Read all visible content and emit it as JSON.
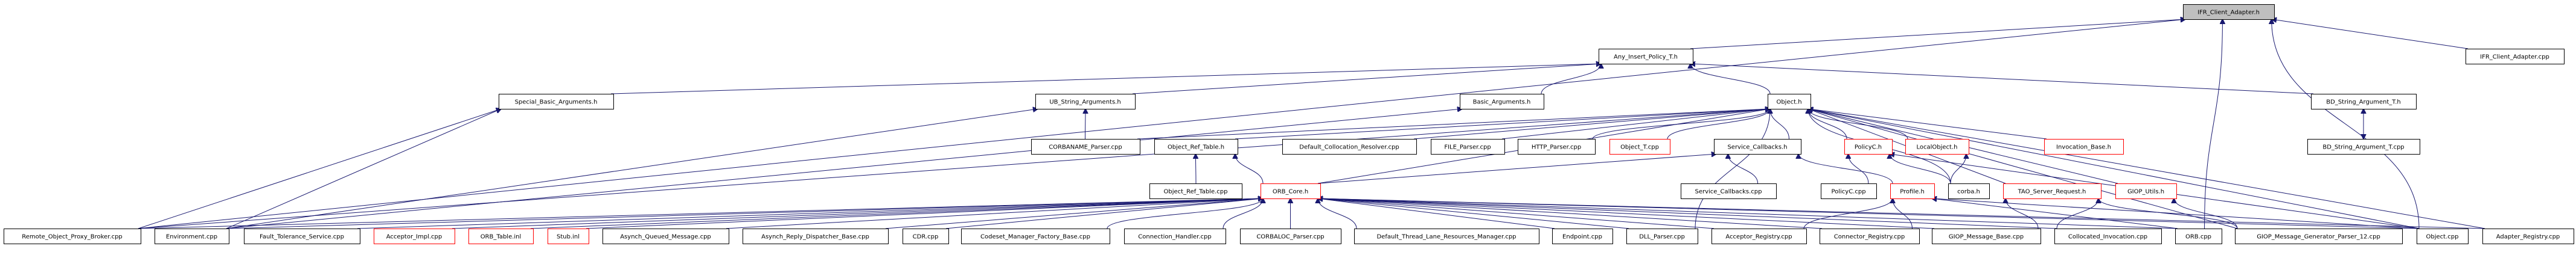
{
  "title": "IFR_Client_Adapter.h include dependency graph",
  "colors": {
    "edge": "#191970",
    "node_border_normal": "#000000",
    "node_border_truncated": "#ff0000",
    "node_fill_focus": "#bfbfbf",
    "node_fill": "#ffffff"
  },
  "nodes": [
    {
      "id": "ifr_h",
      "label": "IFR_Client_Adapter.h",
      "style": "focus",
      "row": 0
    },
    {
      "id": "any_insert",
      "label": "Any_Insert_Policy_T.h",
      "style": "normal",
      "row": 1
    },
    {
      "id": "ifr_cpp",
      "label": "IFR_Client_Adapter.cpp",
      "style": "normal",
      "row": 1
    },
    {
      "id": "special_basic",
      "label": "Special_Basic_Arguments.h",
      "style": "normal",
      "row": 2
    },
    {
      "id": "ub_string",
      "label": "UB_String_Arguments.h",
      "style": "normal",
      "row": 2
    },
    {
      "id": "basic_args",
      "label": "Basic_Arguments.h",
      "style": "normal",
      "row": 2
    },
    {
      "id": "object_h",
      "label": "Object.h",
      "style": "normal",
      "row": 2
    },
    {
      "id": "bd_string_h",
      "label": "BD_String_Argument_T.h",
      "style": "normal",
      "row": 2
    },
    {
      "id": "corbaname",
      "label": "CORBANAME_Parser.cpp",
      "style": "normal",
      "row": 3
    },
    {
      "id": "objref_h",
      "label": "Object_Ref_Table.h",
      "style": "normal",
      "row": 3
    },
    {
      "id": "default_colloc",
      "label": "Default_Collocation_Resolver.cpp",
      "style": "normal",
      "row": 3
    },
    {
      "id": "file_parser",
      "label": "FILE_Parser.cpp",
      "style": "normal",
      "row": 3
    },
    {
      "id": "http_parser",
      "label": "HTTP_Parser.cpp",
      "style": "normal",
      "row": 3
    },
    {
      "id": "object_t",
      "label": "Object_T.cpp",
      "style": "truncated",
      "row": 3
    },
    {
      "id": "svc_cb_h",
      "label": "Service_Callbacks.h",
      "style": "normal",
      "row": 3
    },
    {
      "id": "policyc_h",
      "label": "PolicyC.h",
      "style": "truncated",
      "row": 3
    },
    {
      "id": "localobj_h",
      "label": "LocalObject.h",
      "style": "truncated",
      "row": 3
    },
    {
      "id": "invocation_base",
      "label": "Invocation_Base.h",
      "style": "truncated",
      "row": 3
    },
    {
      "id": "bd_string_cpp",
      "label": "BD_String_Argument_T.cpp",
      "style": "normal",
      "row": 3
    },
    {
      "id": "objref_cpp",
      "label": "Object_Ref_Table.cpp",
      "style": "normal",
      "row": 4
    },
    {
      "id": "orb_core",
      "label": "ORB_Core.h",
      "style": "truncated",
      "row": 4
    },
    {
      "id": "svc_cb_cpp",
      "label": "Service_Callbacks.cpp",
      "style": "normal",
      "row": 4
    },
    {
      "id": "policyc_cpp",
      "label": "PolicyC.cpp",
      "style": "normal",
      "row": 4
    },
    {
      "id": "profile_h",
      "label": "Profile.h",
      "style": "truncated",
      "row": 4
    },
    {
      "id": "corba_h",
      "label": "corba.h",
      "style": "normal",
      "row": 4
    },
    {
      "id": "tao_server_req",
      "label": "TAO_Server_Request.h",
      "style": "truncated",
      "row": 4
    },
    {
      "id": "giop_utils",
      "label": "GIOP_Utils.h",
      "style": "truncated",
      "row": 4
    },
    {
      "id": "remote_proxy",
      "label": "Remote_Object_Proxy_Broker.cpp",
      "style": "normal",
      "row": 5
    },
    {
      "id": "environment",
      "label": "Environment.cpp",
      "style": "normal",
      "row": 5
    },
    {
      "id": "fault_tol",
      "label": "Fault_Tolerance_Service.cpp",
      "style": "normal",
      "row": 5
    },
    {
      "id": "acceptor_impl",
      "label": "Acceptor_Impl.cpp",
      "style": "truncated",
      "row": 5
    },
    {
      "id": "orb_table",
      "label": "ORB_Table.inl",
      "style": "truncated",
      "row": 5
    },
    {
      "id": "stub_inl",
      "label": "Stub.inl",
      "style": "truncated",
      "row": 5
    },
    {
      "id": "asynch_queued",
      "label": "Asynch_Queued_Message.cpp",
      "style": "normal",
      "row": 5
    },
    {
      "id": "asynch_reply",
      "label": "Asynch_Reply_Dispatcher_Base.cpp",
      "style": "normal",
      "row": 5
    },
    {
      "id": "cdr",
      "label": "CDR.cpp",
      "style": "normal",
      "row": 5
    },
    {
      "id": "codeset",
      "label": "Codeset_Manager_Factory_Base.cpp",
      "style": "normal",
      "row": 5
    },
    {
      "id": "conn_handler",
      "label": "Connection_Handler.cpp",
      "style": "normal",
      "row": 5
    },
    {
      "id": "corbaloc",
      "label": "CORBALOC_Parser.cpp",
      "style": "normal",
      "row": 5
    },
    {
      "id": "default_thread",
      "label": "Default_Thread_Lane_Resources_Manager.cpp",
      "style": "normal",
      "row": 5
    },
    {
      "id": "endpoint",
      "label": "Endpoint.cpp",
      "style": "normal",
      "row": 5
    },
    {
      "id": "dll_parser",
      "label": "DLL_Parser.cpp",
      "style": "normal",
      "row": 5
    },
    {
      "id": "acceptor_reg",
      "label": "Acceptor_Registry.cpp",
      "style": "normal",
      "row": 5
    },
    {
      "id": "connector_reg",
      "label": "Connector_Registry.cpp",
      "style": "normal",
      "row": 5
    },
    {
      "id": "giop_msg_base",
      "label": "GIOP_Message_Base.cpp",
      "style": "normal",
      "row": 5
    },
    {
      "id": "colloc_invocation",
      "label": "Collocated_Invocation.cpp",
      "style": "normal",
      "row": 5
    },
    {
      "id": "orb_cpp",
      "label": "ORB.cpp",
      "style": "normal",
      "row": 5
    },
    {
      "id": "giop_gen_12",
      "label": "GIOP_Message_Generator_Parser_12.cpp",
      "style": "normal",
      "row": 5
    },
    {
      "id": "object_cpp",
      "label": "Object.cpp",
      "style": "normal",
      "row": 5
    },
    {
      "id": "adapter_reg",
      "label": "Adapter_Registry.cpp",
      "style": "normal",
      "row": 5
    }
  ],
  "edges": [
    [
      "any_insert",
      "ifr_h"
    ],
    [
      "ifr_cpp",
      "ifr_h"
    ],
    [
      "orb_cpp",
      "ifr_h"
    ],
    [
      "object_cpp",
      "ifr_h"
    ],
    [
      "remote_proxy",
      "ifr_h"
    ],
    [
      "basic_args",
      "any_insert"
    ],
    [
      "object_h",
      "any_insert"
    ],
    [
      "special_basic",
      "any_insert"
    ],
    [
      "ub_string",
      "any_insert"
    ],
    [
      "bd_string_h",
      "any_insert"
    ],
    [
      "remote_proxy",
      "special_basic"
    ],
    [
      "environment",
      "special_basic"
    ],
    [
      "corbaname",
      "ub_string"
    ],
    [
      "environment",
      "ub_string"
    ],
    [
      "environment",
      "basic_args"
    ],
    [
      "corbaname",
      "object_h"
    ],
    [
      "objref_h",
      "object_h"
    ],
    [
      "default_colloc",
      "object_h"
    ],
    [
      "file_parser",
      "object_h"
    ],
    [
      "http_parser",
      "object_h"
    ],
    [
      "object_t",
      "object_h"
    ],
    [
      "svc_cb_h",
      "object_h"
    ],
    [
      "policyc_h",
      "object_h"
    ],
    [
      "localobj_h",
      "object_h"
    ],
    [
      "invocation_base",
      "object_h"
    ],
    [
      "corba_h",
      "object_h"
    ],
    [
      "tao_server_req",
      "object_h"
    ],
    [
      "giop_utils",
      "object_h"
    ],
    [
      "orb_core",
      "object_h"
    ],
    [
      "dll_parser",
      "object_h"
    ],
    [
      "object_cpp",
      "object_h"
    ],
    [
      "adapter_reg",
      "object_h"
    ],
    [
      "remote_proxy",
      "object_h"
    ],
    [
      "giop_gen_12",
      "object_h"
    ],
    [
      "bd_string_cpp",
      "bd_string_h"
    ],
    [
      "bd_string_h",
      "bd_string_cpp"
    ],
    [
      "objref_cpp",
      "objref_h"
    ],
    [
      "orb_core",
      "objref_h"
    ],
    [
      "svc_cb_cpp",
      "svc_cb_h"
    ],
    [
      "profile_h",
      "svc_cb_h"
    ],
    [
      "orb_core",
      "svc_cb_h"
    ],
    [
      "policyc_cpp",
      "policyc_h"
    ],
    [
      "corba_h",
      "policyc_h"
    ],
    [
      "object_cpp",
      "policyc_h"
    ],
    [
      "corba_h",
      "localobj_h"
    ],
    [
      "acceptor_reg",
      "profile_h"
    ],
    [
      "connector_reg",
      "profile_h"
    ],
    [
      "object_cpp",
      "profile_h"
    ],
    [
      "orb_cpp",
      "profile_h"
    ],
    [
      "giop_msg_base",
      "tao_server_req"
    ],
    [
      "colloc_invocation",
      "tao_server_req"
    ],
    [
      "giop_gen_12",
      "tao_server_req"
    ],
    [
      "giop_gen_12",
      "giop_utils"
    ],
    [
      "remote_proxy",
      "orb_core"
    ],
    [
      "environment",
      "orb_core"
    ],
    [
      "fault_tol",
      "orb_core"
    ],
    [
      "acceptor_impl",
      "orb_core"
    ],
    [
      "orb_table",
      "orb_core"
    ],
    [
      "stub_inl",
      "orb_core"
    ],
    [
      "asynch_queued",
      "orb_core"
    ],
    [
      "asynch_reply",
      "orb_core"
    ],
    [
      "cdr",
      "orb_core"
    ],
    [
      "codeset",
      "orb_core"
    ],
    [
      "conn_handler",
      "orb_core"
    ],
    [
      "corbaloc",
      "orb_core"
    ],
    [
      "default_thread",
      "orb_core"
    ],
    [
      "endpoint",
      "orb_core"
    ],
    [
      "dll_parser",
      "orb_core"
    ],
    [
      "acceptor_reg",
      "orb_core"
    ],
    [
      "connector_reg",
      "orb_core"
    ],
    [
      "giop_msg_base",
      "orb_core"
    ],
    [
      "colloc_invocation",
      "orb_core"
    ],
    [
      "orb_cpp",
      "orb_core"
    ],
    [
      "object_cpp",
      "orb_core"
    ],
    [
      "adapter_reg",
      "orb_core"
    ]
  ]
}
